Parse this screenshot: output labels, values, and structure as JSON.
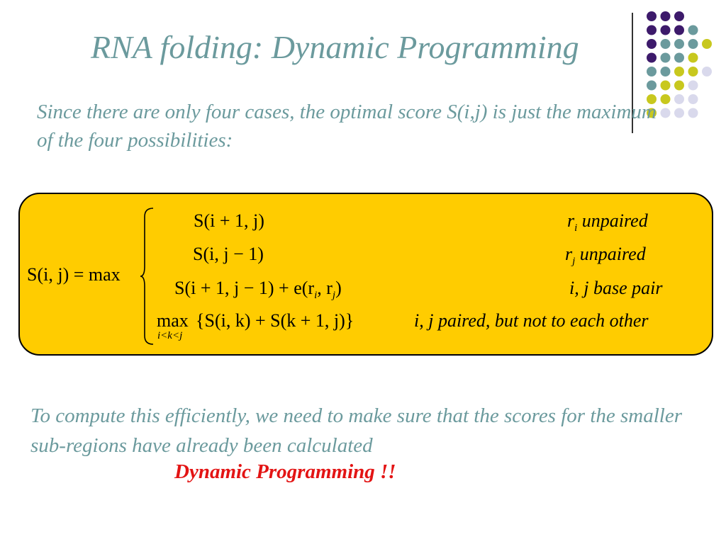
{
  "title": "RNA folding: Dynamic Programming",
  "intro": "Since there are only four cases, the optimal score S(i,j) is just the maximum of the four possibilities:",
  "colors": {
    "teal": "#6b9a9d",
    "purple": "#3d1a6b",
    "olive": "#c8c81e",
    "lavender": "#d9d9ec",
    "box": "#ffcc00",
    "highlight": "#e31414"
  },
  "equation": {
    "lhs": "S(i, j) = max",
    "case1": {
      "expr": "S(i + 1, j)",
      "cond_var": "r",
      "cond_sub": "i",
      "cond_text": " unpaired"
    },
    "case2": {
      "expr": "S(i, j − 1)",
      "cond_var": "r",
      "cond_sub": "j",
      "cond_text": " unpaired"
    },
    "case3": {
      "expr_a": "S(i + 1, j − 1) + e(r",
      "sub_i": "i",
      "comma": ", r",
      "sub_j": "j",
      "close": ")",
      "cond_text": "i, j base pair"
    },
    "case4": {
      "max": "max",
      "range": "i<k<j",
      "expr": "{S(i, k) + S(k + 1, j)}",
      "cond_text": "i, j  paired, but not to each other"
    }
  },
  "outro": "To compute this efficiently, we need to make sure that the scores for the smaller sub-regions have already been calculated",
  "highlight": "Dynamic Programming !!"
}
